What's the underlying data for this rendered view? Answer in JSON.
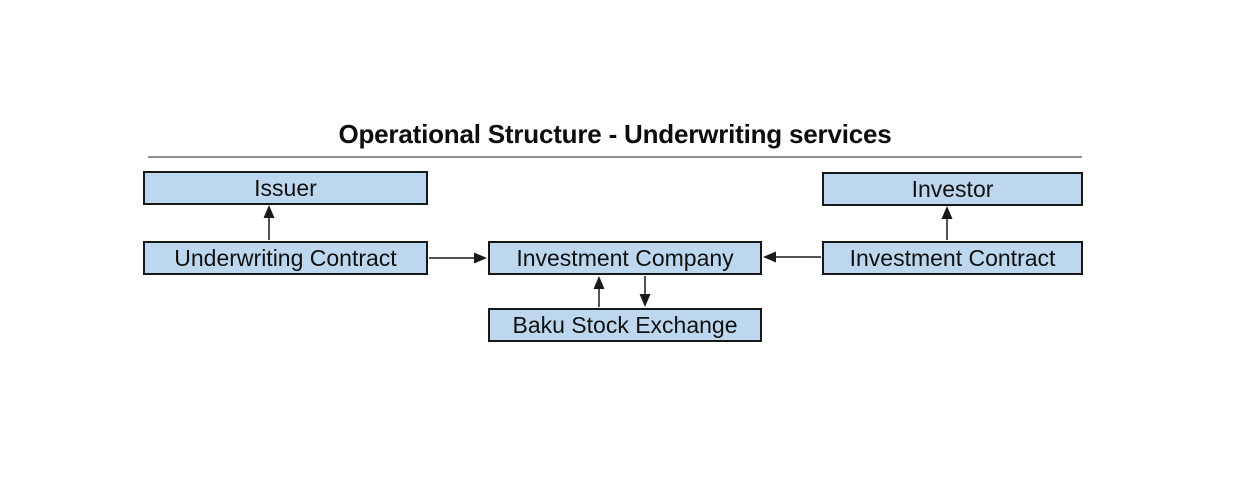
{
  "title": "Operational Structure - Underwriting services",
  "colors": {
    "node_fill": "#BDD7EE",
    "node_border": "#181818",
    "arrow": "#1a1a1a",
    "divider": "#909090",
    "text": "#111111"
  },
  "diagram": {
    "nodes": {
      "issuer": {
        "label": "Issuer"
      },
      "underwriting_contract": {
        "label": "Underwriting Contract"
      },
      "investment_company": {
        "label": "Investment Company"
      },
      "baku_stock_exchange": {
        "label": "Baku Stock Exchange"
      },
      "investor": {
        "label": "Investor"
      },
      "investment_contract": {
        "label": "Investment Contract"
      }
    },
    "edges": [
      {
        "from": "underwriting_contract",
        "to": "issuer",
        "direction": "up"
      },
      {
        "from": "underwriting_contract",
        "to": "investment_company",
        "direction": "right"
      },
      {
        "from": "investment_contract",
        "to": "investment_company",
        "direction": "left"
      },
      {
        "from": "investment_contract",
        "to": "investor",
        "direction": "up"
      },
      {
        "from": "baku_stock_exchange",
        "to": "investment_company",
        "direction": "up"
      },
      {
        "from": "investment_company",
        "to": "baku_stock_exchange",
        "direction": "down"
      }
    ]
  }
}
